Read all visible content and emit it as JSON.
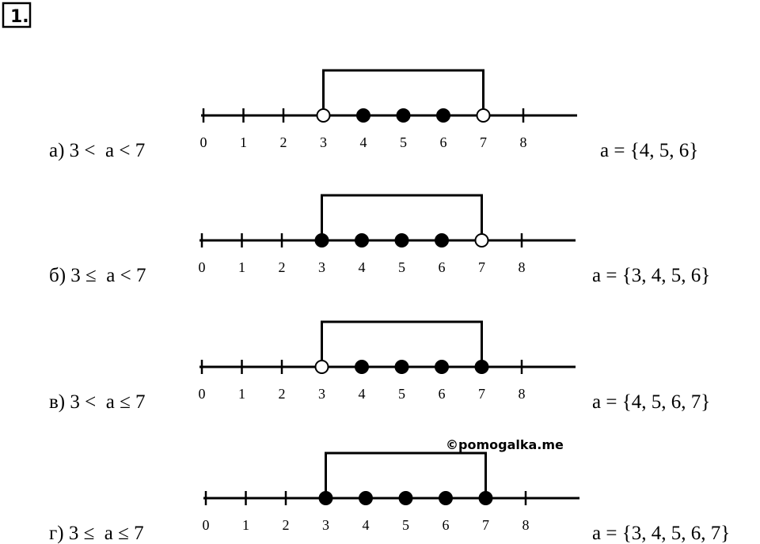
{
  "problem_number": "1.",
  "watermark": "©pomogalka.me",
  "tick_labels": [
    "0",
    "1",
    "2",
    "3",
    "4",
    "5",
    "6",
    "7",
    "8"
  ],
  "rows": [
    {
      "inequality": "а) 3 <  a < 7",
      "answer": "a = {4, 5, 6}",
      "points": [
        {
          "value": 3,
          "filled": false
        },
        {
          "value": 4,
          "filled": true
        },
        {
          "value": 5,
          "filled": true
        },
        {
          "value": 6,
          "filled": true
        },
        {
          "value": 7,
          "filled": false
        }
      ]
    },
    {
      "inequality": "б) 3 ≤  a < 7",
      "answer": "a = {3, 4, 5, 6}",
      "points": [
        {
          "value": 3,
          "filled": true
        },
        {
          "value": 4,
          "filled": true
        },
        {
          "value": 5,
          "filled": true
        },
        {
          "value": 6,
          "filled": true
        },
        {
          "value": 7,
          "filled": false
        }
      ]
    },
    {
      "inequality": "в) 3 <  a ≤ 7",
      "answer": "a = {4, 5, 6, 7}",
      "points": [
        {
          "value": 3,
          "filled": false
        },
        {
          "value": 4,
          "filled": true
        },
        {
          "value": 5,
          "filled": true
        },
        {
          "value": 6,
          "filled": true
        },
        {
          "value": 7,
          "filled": true
        }
      ]
    },
    {
      "inequality": "г) 3 ≤  a ≤ 7",
      "answer": "a = {3, 4, 5, 6, 7}",
      "points": [
        {
          "value": 3,
          "filled": true
        },
        {
          "value": 4,
          "filled": true
        },
        {
          "value": 5,
          "filled": true
        },
        {
          "value": 6,
          "filled": true
        },
        {
          "value": 7,
          "filled": true
        }
      ]
    }
  ]
}
